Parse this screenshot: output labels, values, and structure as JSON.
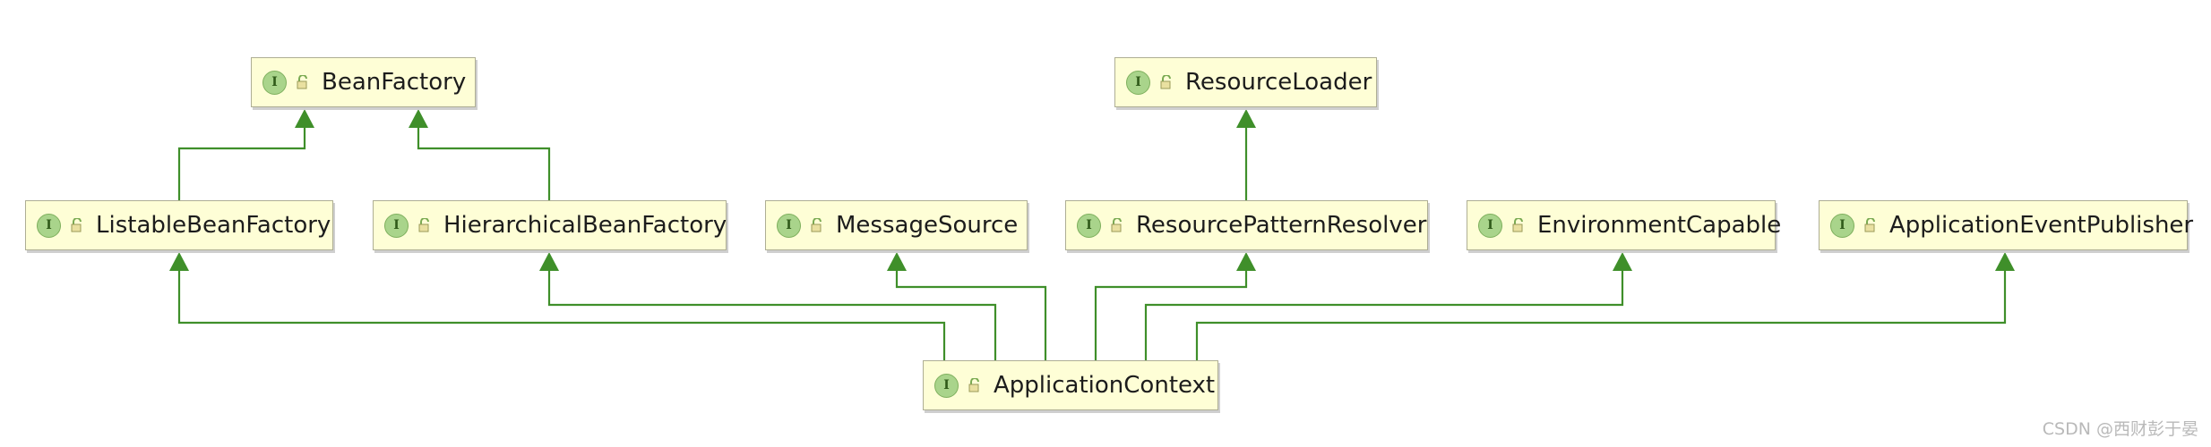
{
  "diagram": {
    "nodes": [
      {
        "id": "BeanFactory",
        "label": "BeanFactory",
        "badge": "I",
        "icon": "interface-icon"
      },
      {
        "id": "ResourceLoader",
        "label": "ResourceLoader",
        "badge": "I",
        "icon": "interface-icon"
      },
      {
        "id": "ListableBeanFactory",
        "label": "ListableBeanFactory",
        "badge": "I",
        "icon": "interface-icon"
      },
      {
        "id": "HierarchicalBeanFactory",
        "label": "HierarchicalBeanFactory",
        "badge": "I",
        "icon": "interface-icon"
      },
      {
        "id": "MessageSource",
        "label": "MessageSource",
        "badge": "I",
        "icon": "interface-icon"
      },
      {
        "id": "ResourcePatternResolver",
        "label": "ResourcePatternResolver",
        "badge": "I",
        "icon": "interface-icon"
      },
      {
        "id": "EnvironmentCapable",
        "label": "EnvironmentCapable",
        "badge": "I",
        "icon": "interface-icon"
      },
      {
        "id": "ApplicationEventPublisher",
        "label": "ApplicationEventPublisher",
        "badge": "I",
        "icon": "interface-icon"
      },
      {
        "id": "ApplicationContext",
        "label": "ApplicationContext",
        "badge": "I",
        "icon": "interface-icon"
      }
    ],
    "edges": [
      {
        "from": "ListableBeanFactory",
        "to": "BeanFactory",
        "type": "extends"
      },
      {
        "from": "HierarchicalBeanFactory",
        "to": "BeanFactory",
        "type": "extends"
      },
      {
        "from": "ResourcePatternResolver",
        "to": "ResourceLoader",
        "type": "extends"
      },
      {
        "from": "ApplicationContext",
        "to": "ListableBeanFactory",
        "type": "extends"
      },
      {
        "from": "ApplicationContext",
        "to": "HierarchicalBeanFactory",
        "type": "extends"
      },
      {
        "from": "ApplicationContext",
        "to": "MessageSource",
        "type": "extends"
      },
      {
        "from": "ApplicationContext",
        "to": "ResourcePatternResolver",
        "type": "extends"
      },
      {
        "from": "ApplicationContext",
        "to": "EnvironmentCapable",
        "type": "extends"
      },
      {
        "from": "ApplicationContext",
        "to": "ApplicationEventPublisher",
        "type": "extends"
      }
    ],
    "colors": {
      "edge": "#3f8f2a",
      "node_fill": "#fefed6",
      "node_border": "#aeae94",
      "badge_fill": "#a9d48b"
    }
  },
  "watermark": "CSDN @西财彭于晏"
}
